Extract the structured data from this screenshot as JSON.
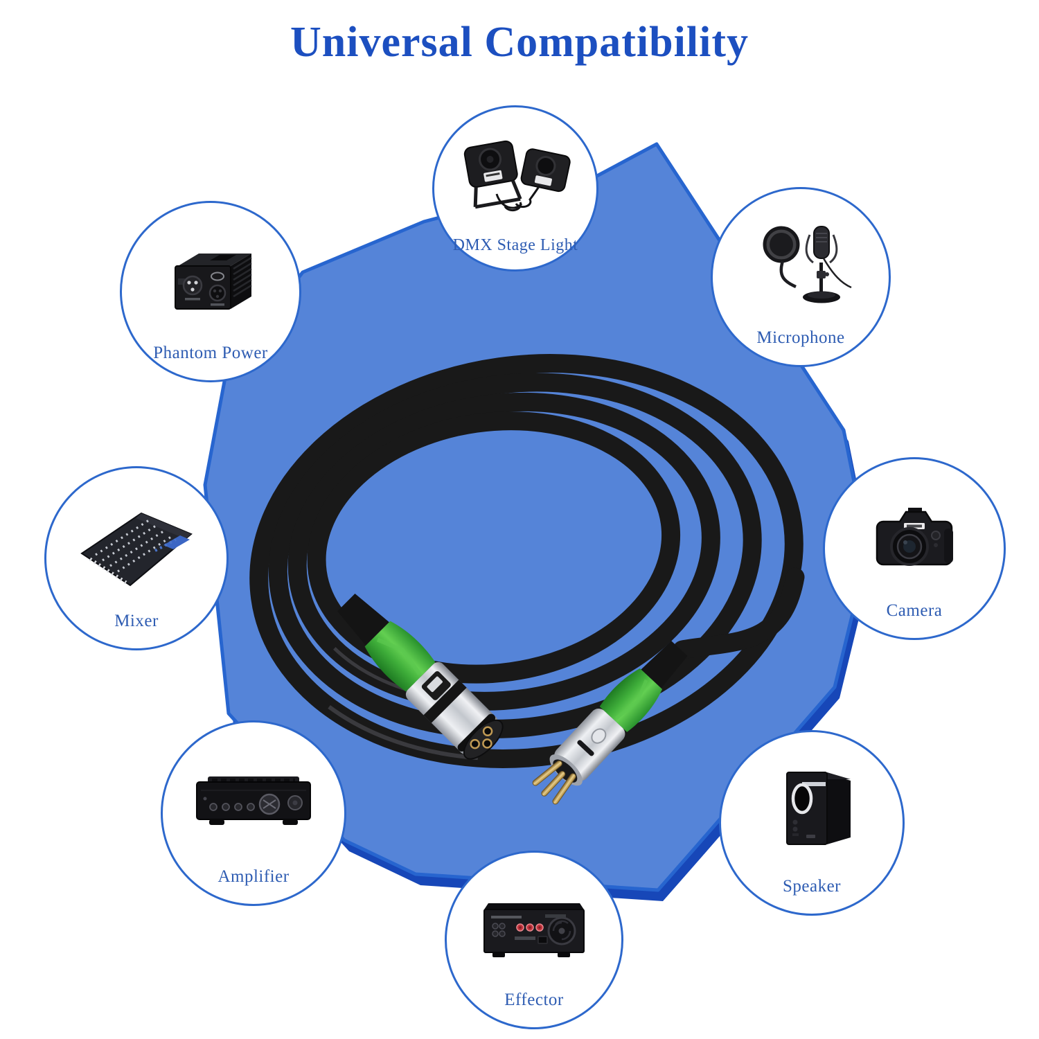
{
  "title": "Universal Compatibility",
  "devices": [
    {
      "label": "DMX Stage Light",
      "icon": "dmx-stage-light-image"
    },
    {
      "label": "Phantom Power",
      "icon": "phantom-power-image"
    },
    {
      "label": "Microphone",
      "icon": "microphone-image"
    },
    {
      "label": "Mixer",
      "icon": "mixer-image"
    },
    {
      "label": "Camera",
      "icon": "camera-image"
    },
    {
      "label": "Amplifier",
      "icon": "amplifier-image"
    },
    {
      "label": "Speaker",
      "icon": "speaker-image"
    },
    {
      "label": "Effector",
      "icon": "effector-image"
    }
  ],
  "colors": {
    "background": "#ffffff",
    "title_text": "#1c4fc0",
    "label_text": "#2e5cb2",
    "circle_border": "#2d68cc",
    "octagon_fill": "#5584d8",
    "octagon_edge": "#2765cf",
    "octagon_shadow": "#1747b8",
    "cable_black": "#191919",
    "connector_green": "#2f9e2f",
    "connector_silver": "#c9ccd2",
    "connector_gold": "#c9a253"
  }
}
